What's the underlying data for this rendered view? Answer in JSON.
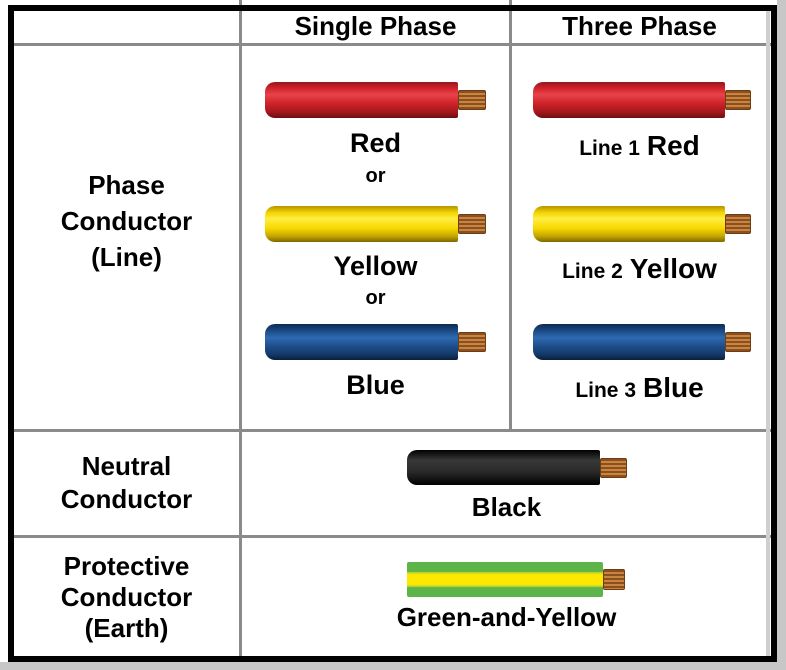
{
  "header": {
    "single_phase": "Single Phase",
    "three_phase": "Three Phase"
  },
  "phase_row": {
    "label": [
      "Phase",
      "Conductor",
      "(Line)"
    ],
    "single_phase": {
      "red_label": "Red",
      "or_1": "or",
      "yellow_label": "Yellow",
      "or_2": "or",
      "blue_label": "Blue"
    },
    "three_phase": {
      "line1_prefix": "Line 1",
      "line1_color": "Red",
      "line2_prefix": "Line 2",
      "line2_color": "Yellow",
      "line3_prefix": "Line 3",
      "line3_color": "Blue"
    }
  },
  "neutral_row": {
    "label": [
      "Neutral",
      "Conductor"
    ],
    "color_label": "Black"
  },
  "earth_row": {
    "label": [
      "Protective",
      "Conductor",
      "(Earth)"
    ],
    "color_label": "Green-and-Yellow"
  },
  "colors": {
    "red_wire": "#cc2027",
    "yellow_wire": "#f7d800",
    "blue_wire": "#1c4c87",
    "black_wire": "#262626",
    "earth_green": "#5cb44b",
    "earth_yellow_stripe": "#ffe800",
    "copper_tip": "#b5702f",
    "grid_line": "#8a8a8a",
    "frame_border": "#000000",
    "page_edge": "#c7c7c7",
    "text": "#000000",
    "background": "#ffffff"
  }
}
